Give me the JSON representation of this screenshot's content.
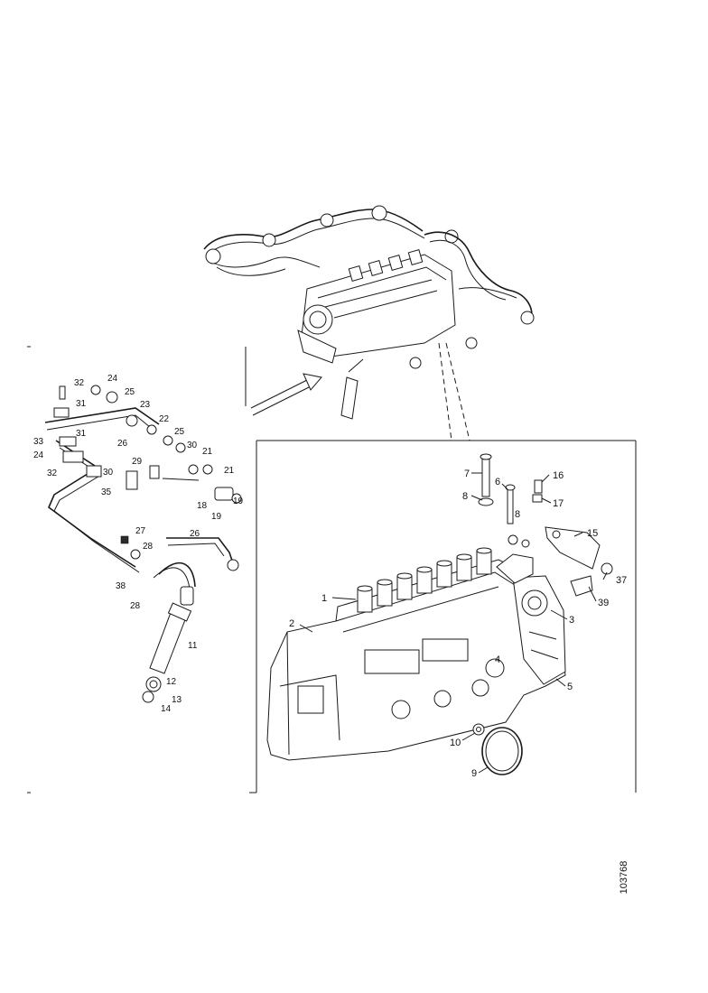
{
  "figure": {
    "reference_number": "103768",
    "colors": {
      "line": "#1a1a1a",
      "background": "#ffffff"
    }
  },
  "callouts": {
    "left_group": [
      "32",
      "24",
      "25",
      "31",
      "23",
      "22",
      "31",
      "26",
      "25",
      "33",
      "24",
      "30",
      "21",
      "29",
      "32",
      "30",
      "35",
      "21",
      "18",
      "19",
      "19",
      "27",
      "28",
      "26",
      "38",
      "28",
      "11",
      "12",
      "13",
      "14"
    ],
    "detail_group": [
      "7",
      "8",
      "16",
      "6",
      "17",
      "8",
      "15",
      "37",
      "1",
      "39",
      "2",
      "3",
      "4",
      "5",
      "10",
      "9"
    ]
  }
}
